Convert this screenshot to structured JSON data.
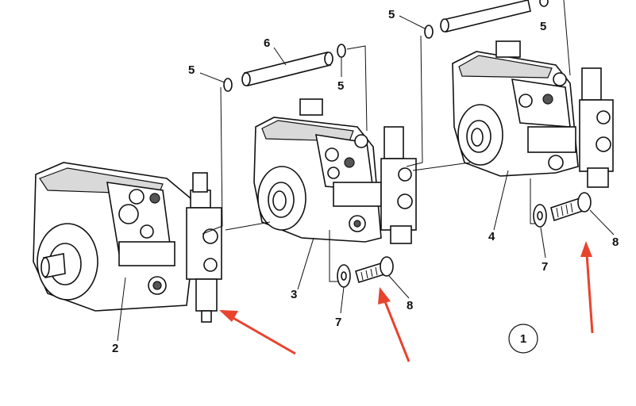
{
  "labels": {
    "l2": "2",
    "l3": "3",
    "l4": "4",
    "l5a": "5",
    "l5b": "5",
    "l5c": "5",
    "l5d": "5",
    "l6": "6",
    "l7a": "7",
    "l7b": "7",
    "l8a": "8",
    "l8b": "8",
    "view_number": "1"
  },
  "colors": {
    "arrow": "#e8432d",
    "ink": "#111111"
  }
}
